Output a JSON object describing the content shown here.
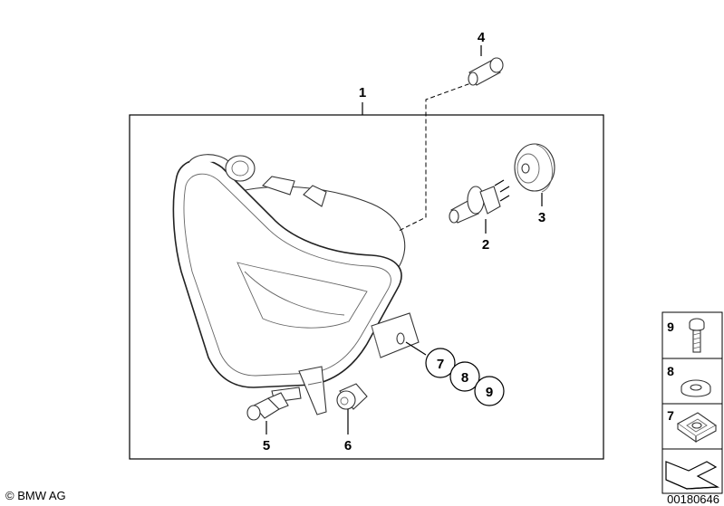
{
  "callouts": {
    "c1": "1",
    "c2": "2",
    "c3": "3",
    "c4": "4",
    "c5": "5",
    "c6": "6",
    "c7": "7",
    "c8": "8",
    "c9": "9"
  },
  "legend": {
    "item9": "9",
    "item8": "8",
    "item7": "7"
  },
  "footer": {
    "copyright": "© BMW AG",
    "diagram_number": "00180646"
  }
}
